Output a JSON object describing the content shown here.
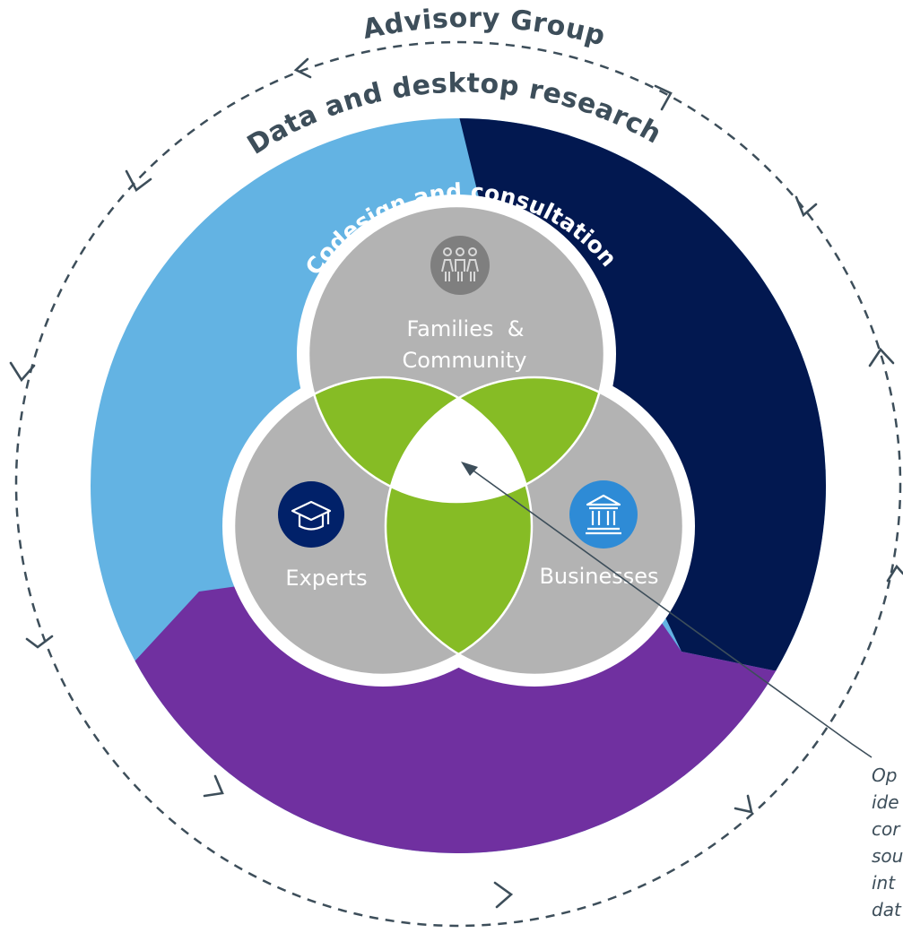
{
  "labels": {
    "outer_ring": "Advisory Group",
    "middle_ring": "Data and desktop research",
    "inner_ring": "Codesign and consultation"
  },
  "circles": {
    "top": {
      "label_line1": "Families  &",
      "label_line2": "Community",
      "icon": "people-group-icon"
    },
    "left": {
      "label": "Experts",
      "icon": "graduation-cap-icon"
    },
    "right": {
      "label": "Businesses",
      "icon": "bank-building-icon"
    }
  },
  "annotation": {
    "lines": [
      "Op",
      "ide",
      "cor",
      "sou",
      "int",
      "dat"
    ]
  },
  "colors": {
    "light_blue": "#63b3e3",
    "navy": "#021850",
    "purple": "#7030a0",
    "grey_circle": "#b3b3b3",
    "green_overlap": "#86bc25",
    "dark_text": "#3d4e5a",
    "icon_grey": "#7f7f7f",
    "icon_navy": "#012169",
    "icon_blue": "#2e8bd6"
  }
}
